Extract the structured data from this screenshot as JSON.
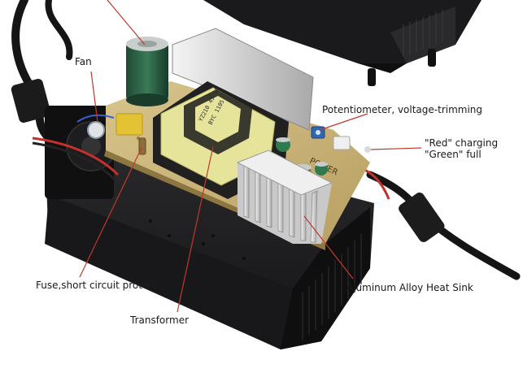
{
  "labels": {
    "fan": "Fan",
    "potentiometer": "Potentiometer, voltage-trimming",
    "led_red": "\"Red\" charging",
    "led_green": "\"Green\" full",
    "fuse": "Fuse,short circuit protect",
    "heat_sink": "Aluminum Alloy Heat Sink",
    "transformer": "Transformer"
  },
  "pcb": {
    "transformer_marking_1": "YZ210  43-56",
    "transformer_marking_2": "BYC   1105",
    "silkscreen": "POWER"
  },
  "colors": {
    "callout_line": "#c0392b",
    "pcb": "#cdb77c",
    "transformer": "#e7e59a",
    "case": "#1c1c1e"
  }
}
